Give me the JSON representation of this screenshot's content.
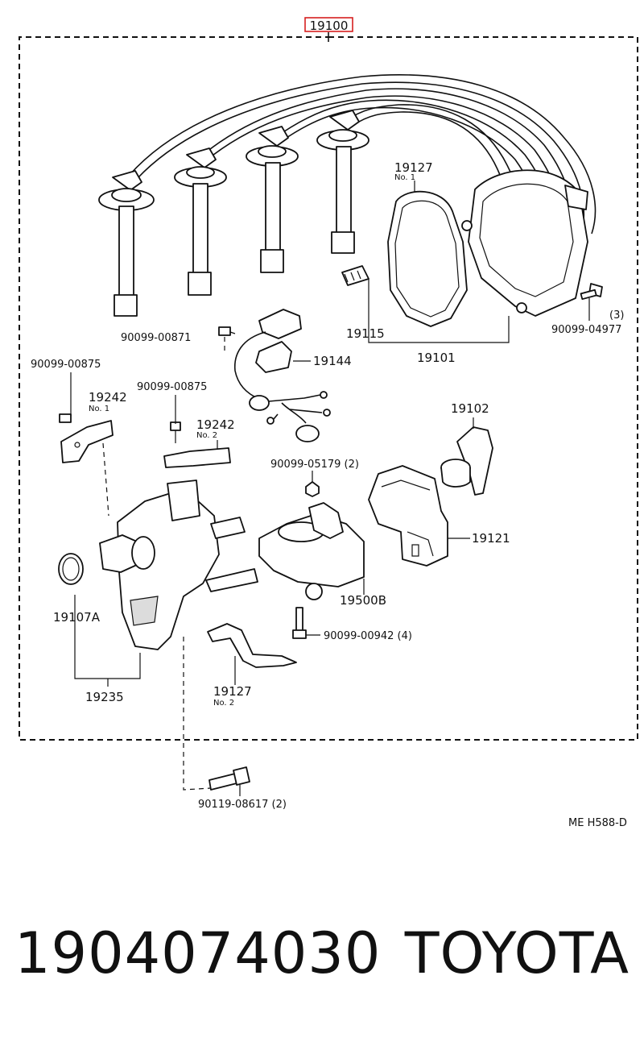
{
  "assembly": {
    "number": "19100",
    "highlight_color": "#d62020"
  },
  "labels": {
    "l19127_1": "19127",
    "l19127_1_sub": "No. 1",
    "l90099_00871": "90099-00871",
    "l19115": "19115",
    "l19101": "19101",
    "l19144": "19144",
    "l90099_04977": "90099-04977",
    "l90099_04977_qty": "(3)",
    "l90099_00875a": "90099-00875",
    "l90099_00875b": "90099-00875",
    "l19242_1": "19242",
    "l19242_1_sub": "No. 1",
    "l19242_2": "19242",
    "l19242_2_sub": "No. 2",
    "l19102": "19102",
    "l90099_05179": "90099-05179 (2)",
    "l19121": "19121",
    "l19500B": "19500B",
    "l19107A": "19107A",
    "l90099_00942": "90099-00942 (4)",
    "l19235": "19235",
    "l19127_2": "19127",
    "l19127_2_sub": "No. 2",
    "l90119_08617": "90119-08617 (2)"
  },
  "diagram_code": "ME H588-D",
  "footer": {
    "part_number": "1904074030",
    "brand": "TOYOTA"
  }
}
